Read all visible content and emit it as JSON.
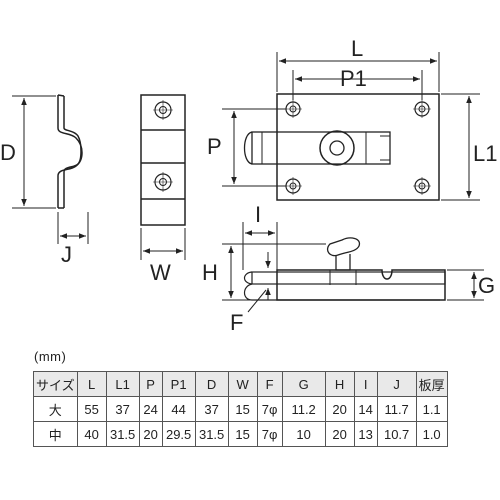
{
  "diagram": {
    "dimension_labels": {
      "D_left": "D",
      "J": "J",
      "W": "W",
      "L": "L",
      "P1": "P1",
      "P": "P",
      "L1": "L1",
      "I": "I",
      "H": "H",
      "G": "G",
      "F": "F"
    }
  },
  "unit_label": "(mm)",
  "spec_table": {
    "headers": [
      "サイズ",
      "L",
      "L1",
      "P",
      "P1",
      "D",
      "W",
      "F",
      "G",
      "H",
      "I",
      "J",
      "板厚"
    ],
    "rows": [
      [
        "大",
        "55",
        "37",
        "24",
        "44",
        "37",
        "15",
        "7φ",
        "11.2",
        "20",
        "14",
        "11.7",
        "1.1"
      ],
      [
        "中",
        "40",
        "31.5",
        "20",
        "29.5",
        "31.5",
        "15",
        "7φ",
        "10",
        "20",
        "13",
        "10.7",
        "1.0"
      ]
    ]
  }
}
